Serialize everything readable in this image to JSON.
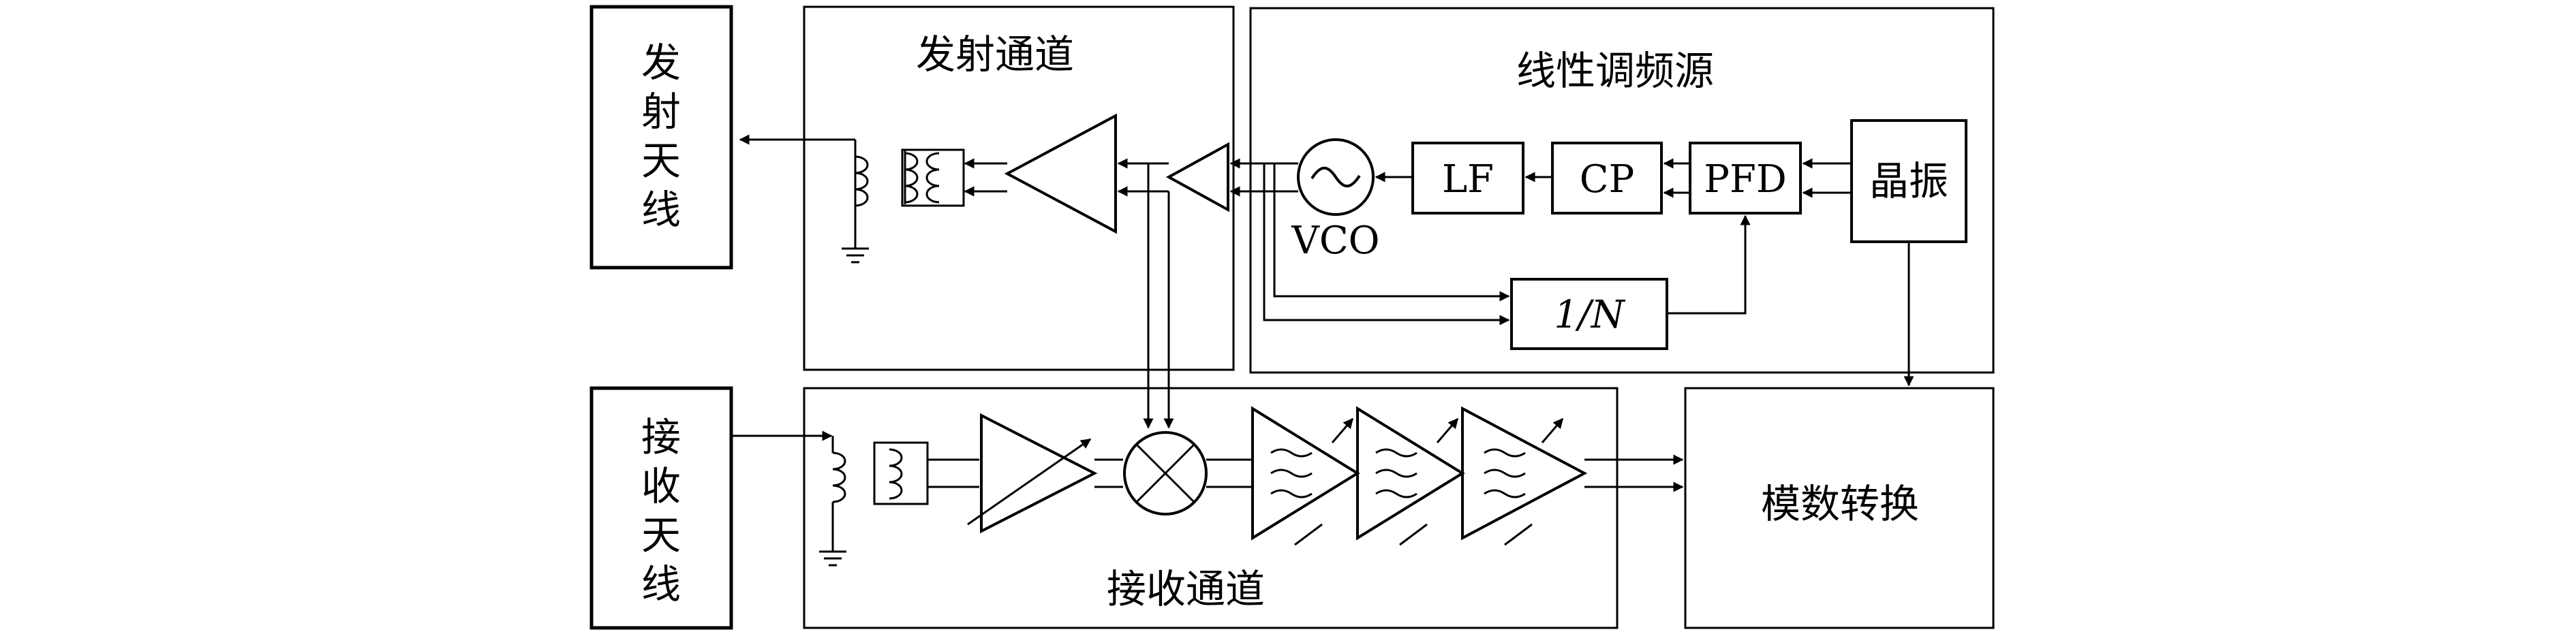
{
  "blocks": {
    "tx_antenna": [
      "发",
      "射",
      "天",
      "线"
    ],
    "rx_antenna": [
      "接",
      "收",
      "天",
      "线"
    ],
    "tx_channel": "发射通道",
    "chirp_source": "线性调频源",
    "rx_channel": "接收通道",
    "adc": "模数转换",
    "crystal": "晶振",
    "pfd": "PFD",
    "cp": "CP",
    "lf": "LF",
    "vco": "VCO",
    "divider": "1/N"
  }
}
